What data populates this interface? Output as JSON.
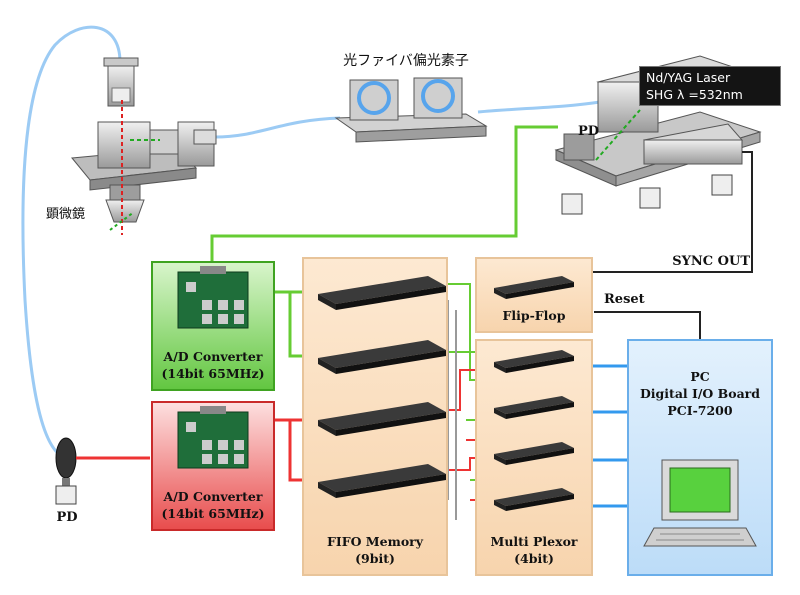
{
  "labels": {
    "polarizer": "光ファイバ偏光素子",
    "microscope": "顕微鏡",
    "laser_line1": "Nd/YAG Laser",
    "laser_line2": "SHG λ =532nm",
    "pd_top": "PD",
    "pd_bottom": "PD",
    "sync_out": "SYNC OUT",
    "reset": "Reset",
    "adc1_line1": "A/D Converter",
    "adc1_line2": "(14bit 65MHz)",
    "adc2_line1": "A/D Converter",
    "adc2_line2": "(14bit 65MHz)",
    "fifo_line1": "FIFO Memory",
    "fifo_line2": "(9bit)",
    "flipflop": "Flip-Flop",
    "mux_line1": "Multi Plexor",
    "mux_line2": "(4bit)",
    "pc_line1": "PC",
    "pc_line2": "Digital I/O Board",
    "pc_line3": "PCI-7200"
  },
  "colors": {
    "green_signal": "#66cc33",
    "red_signal": "#ee3333",
    "blue_signal": "#3399ee",
    "fiber": "#7fb8f0",
    "panel_fill": "#fbe6cf",
    "panel_border": "#e8c49a",
    "pc_panel": "#cfe6fb",
    "adc_green": "#7ad65a",
    "adc_red": "#ef6b6b",
    "chip": "#2b2b2b"
  }
}
